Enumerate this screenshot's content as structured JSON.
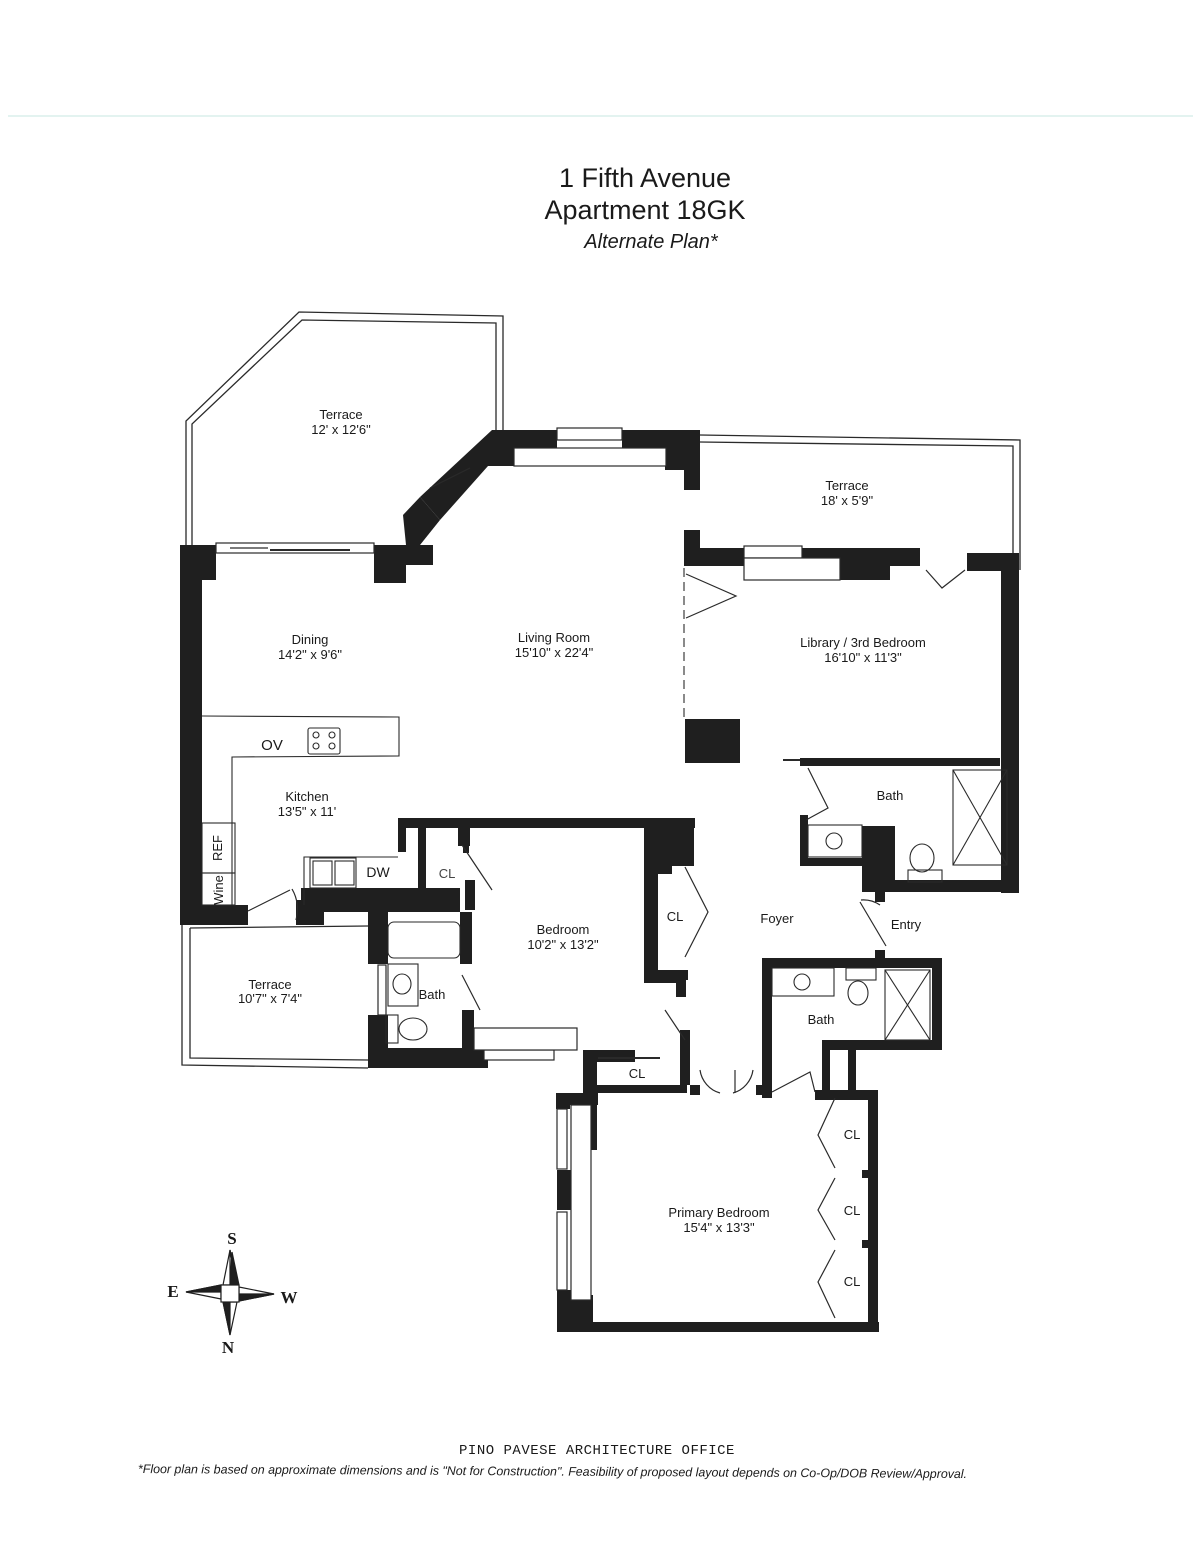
{
  "header": {
    "address": "1 Fifth Avenue",
    "apartment": "Apartment 18GK",
    "subtitle": "Alternate Plan*"
  },
  "rooms": {
    "terrace_nw": {
      "name": "Terrace",
      "dims": "12' x 12'6\""
    },
    "terrace_ne": {
      "name": "Terrace",
      "dims": "18' x 5'9\""
    },
    "dining": {
      "name": "Dining",
      "dims": "14'2\" x 9'6\""
    },
    "living_room": {
      "name": "Living Room",
      "dims": "15'10\" x 22'4\""
    },
    "library": {
      "name": "Library / 3rd Bedroom",
      "dims": "16'10\" x 11'3\""
    },
    "kitchen": {
      "name": "Kitchen",
      "dims": "13'5\" x 11'"
    },
    "bath_library": {
      "name": "Bath"
    },
    "bedroom": {
      "name": "Bedroom",
      "dims": "10'2\" x 13'2\""
    },
    "foyer": {
      "name": "Foyer"
    },
    "entry": {
      "name": "Entry"
    },
    "terrace_sw": {
      "name": "Terrace",
      "dims": "10'7\" x 7'4\""
    },
    "bath_bedroom": {
      "name": "Bath"
    },
    "bath_primary": {
      "name": "Bath"
    },
    "primary_bedroom": {
      "name": "Primary Bedroom",
      "dims": "15'4\" x 13'3\""
    }
  },
  "fixtures": {
    "oven": "OV",
    "refrigerator": "REF",
    "wine": "Wine",
    "dishwasher": "DW"
  },
  "closets": {
    "label": "CL",
    "kitchen_side": "CL",
    "foyer": "CL",
    "bedroom_south": "CL",
    "primary_1": "CL",
    "primary_2": "CL",
    "primary_3": "CL"
  },
  "compass": {
    "top": "S",
    "bottom": "N",
    "left": "E",
    "right": "W"
  },
  "footer": {
    "office": "PINO PAVESE ARCHITECTURE OFFICE",
    "disclaimer": "*Floor plan is based on approximate dimensions and is \"Not for Construction\". Feasibility of proposed layout depends on Co-Op/DOB Review/Approval."
  },
  "colors": {
    "wall": "#1f1f1f",
    "line": "#2a2a2a",
    "background": "#ffffff"
  }
}
